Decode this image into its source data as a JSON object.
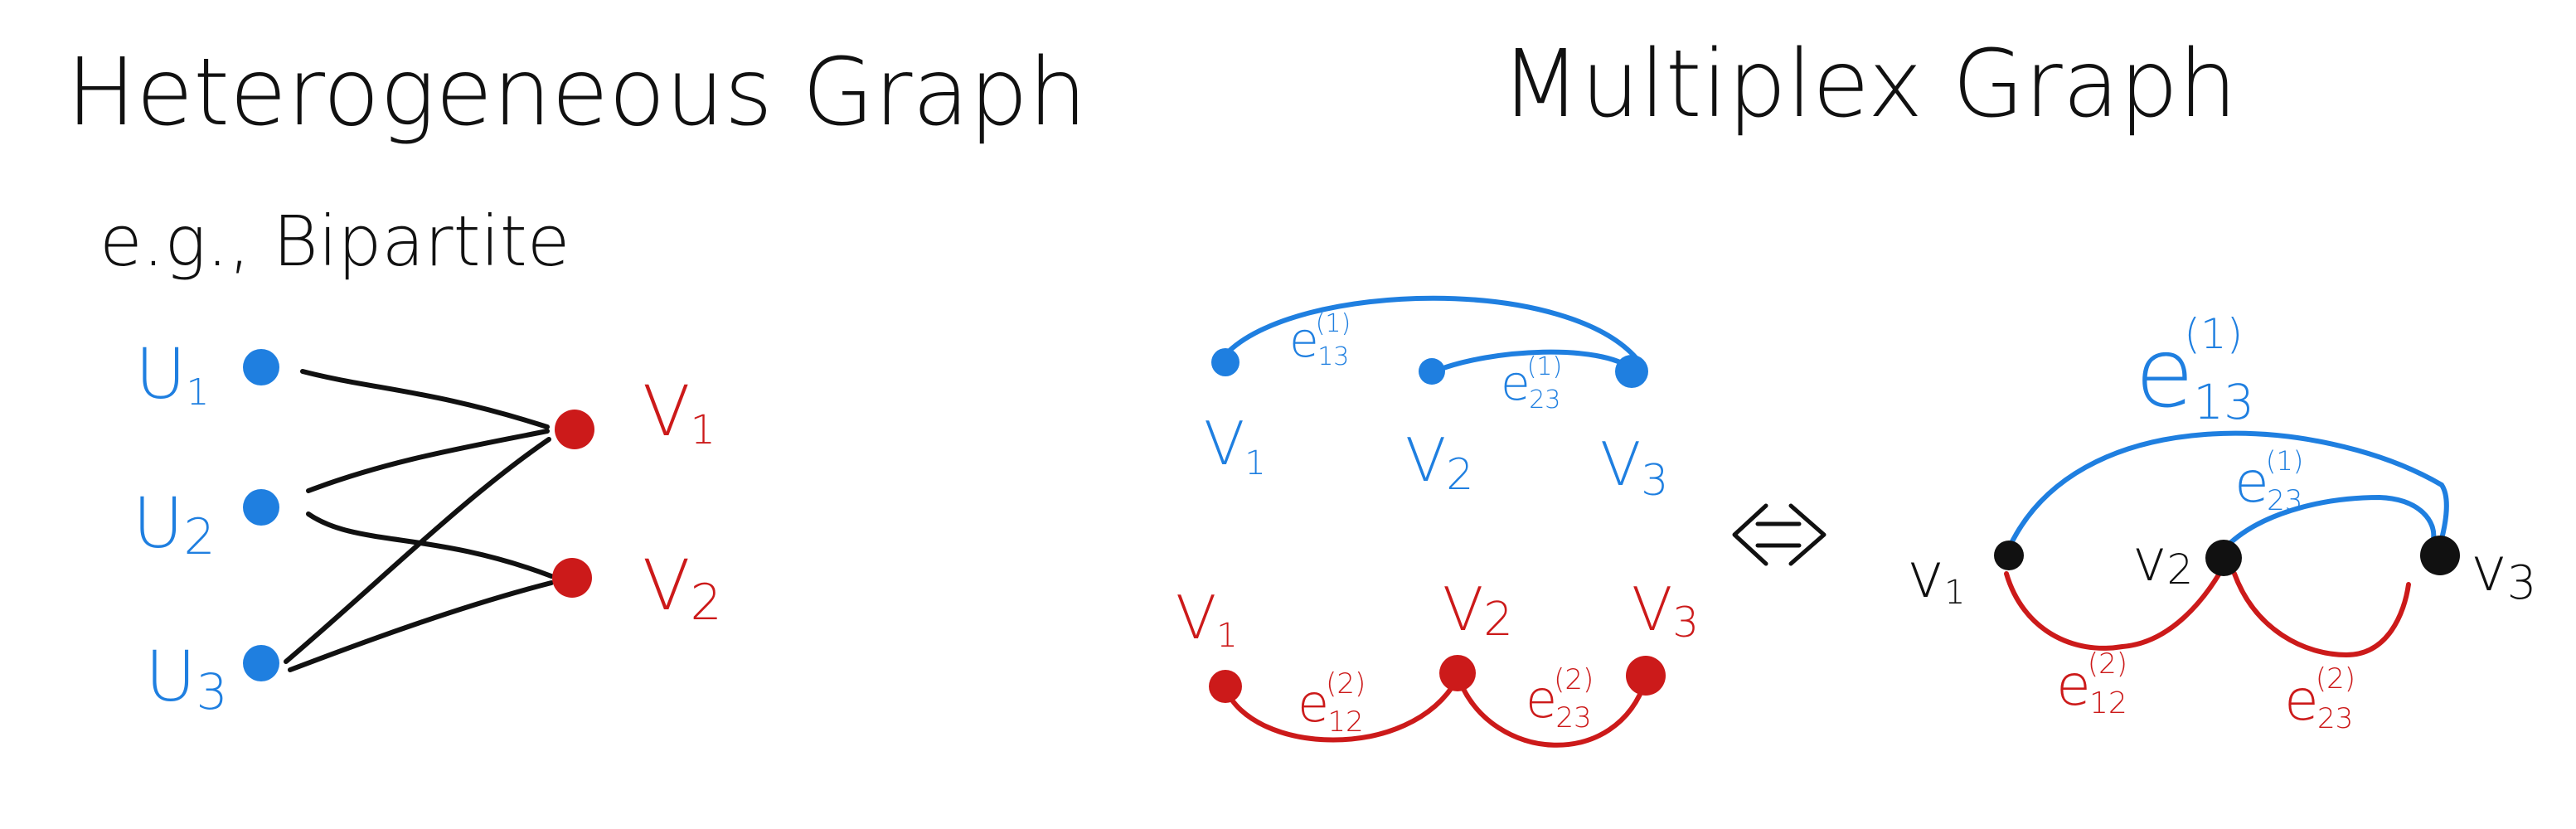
{
  "titles": {
    "left": "Heterogeneous Graph",
    "left_sub": "e.g., Bipartite",
    "right": "Multiplex Graph"
  },
  "bipartite": {
    "u_labels": [
      "U",
      "U",
      "U"
    ],
    "u_subs": [
      "1",
      "2",
      "3"
    ],
    "v_labels": [
      "V",
      "V"
    ],
    "v_subs": [
      "1",
      "2"
    ]
  },
  "multiplex": {
    "layer1": {
      "node_labels": [
        "V",
        "V",
        "V"
      ],
      "node_subs": [
        "1",
        "2",
        "3"
      ],
      "edges": [
        {
          "base": "e",
          "sup": "(1)",
          "sub": "13"
        },
        {
          "base": "e",
          "sup": "(1)",
          "sub": "23"
        }
      ]
    },
    "layer2": {
      "node_labels": [
        "V",
        "V",
        "V"
      ],
      "node_subs": [
        "1",
        "2",
        "3"
      ],
      "edges": [
        {
          "base": "e",
          "sup": "(2)",
          "sub": "12"
        },
        {
          "base": "e",
          "sup": "(2)",
          "sub": "23"
        }
      ]
    },
    "equivalence_symbol": "⟺",
    "merged": {
      "node_labels": [
        "v",
        "v",
        "v"
      ],
      "node_subs": [
        "1",
        "2",
        "3"
      ],
      "edges": [
        {
          "base": "e",
          "sup": "(1)",
          "sub": "13"
        },
        {
          "base": "e",
          "sup": "(1)",
          "sub": "23"
        },
        {
          "base": "e",
          "sup": "(2)",
          "sub": "12"
        },
        {
          "base": "e",
          "sup": "(2)",
          "sub": "23"
        }
      ]
    }
  },
  "colors": {
    "blue": "#1f7fe0",
    "red": "#cc1a1a",
    "black": "#111111"
  }
}
